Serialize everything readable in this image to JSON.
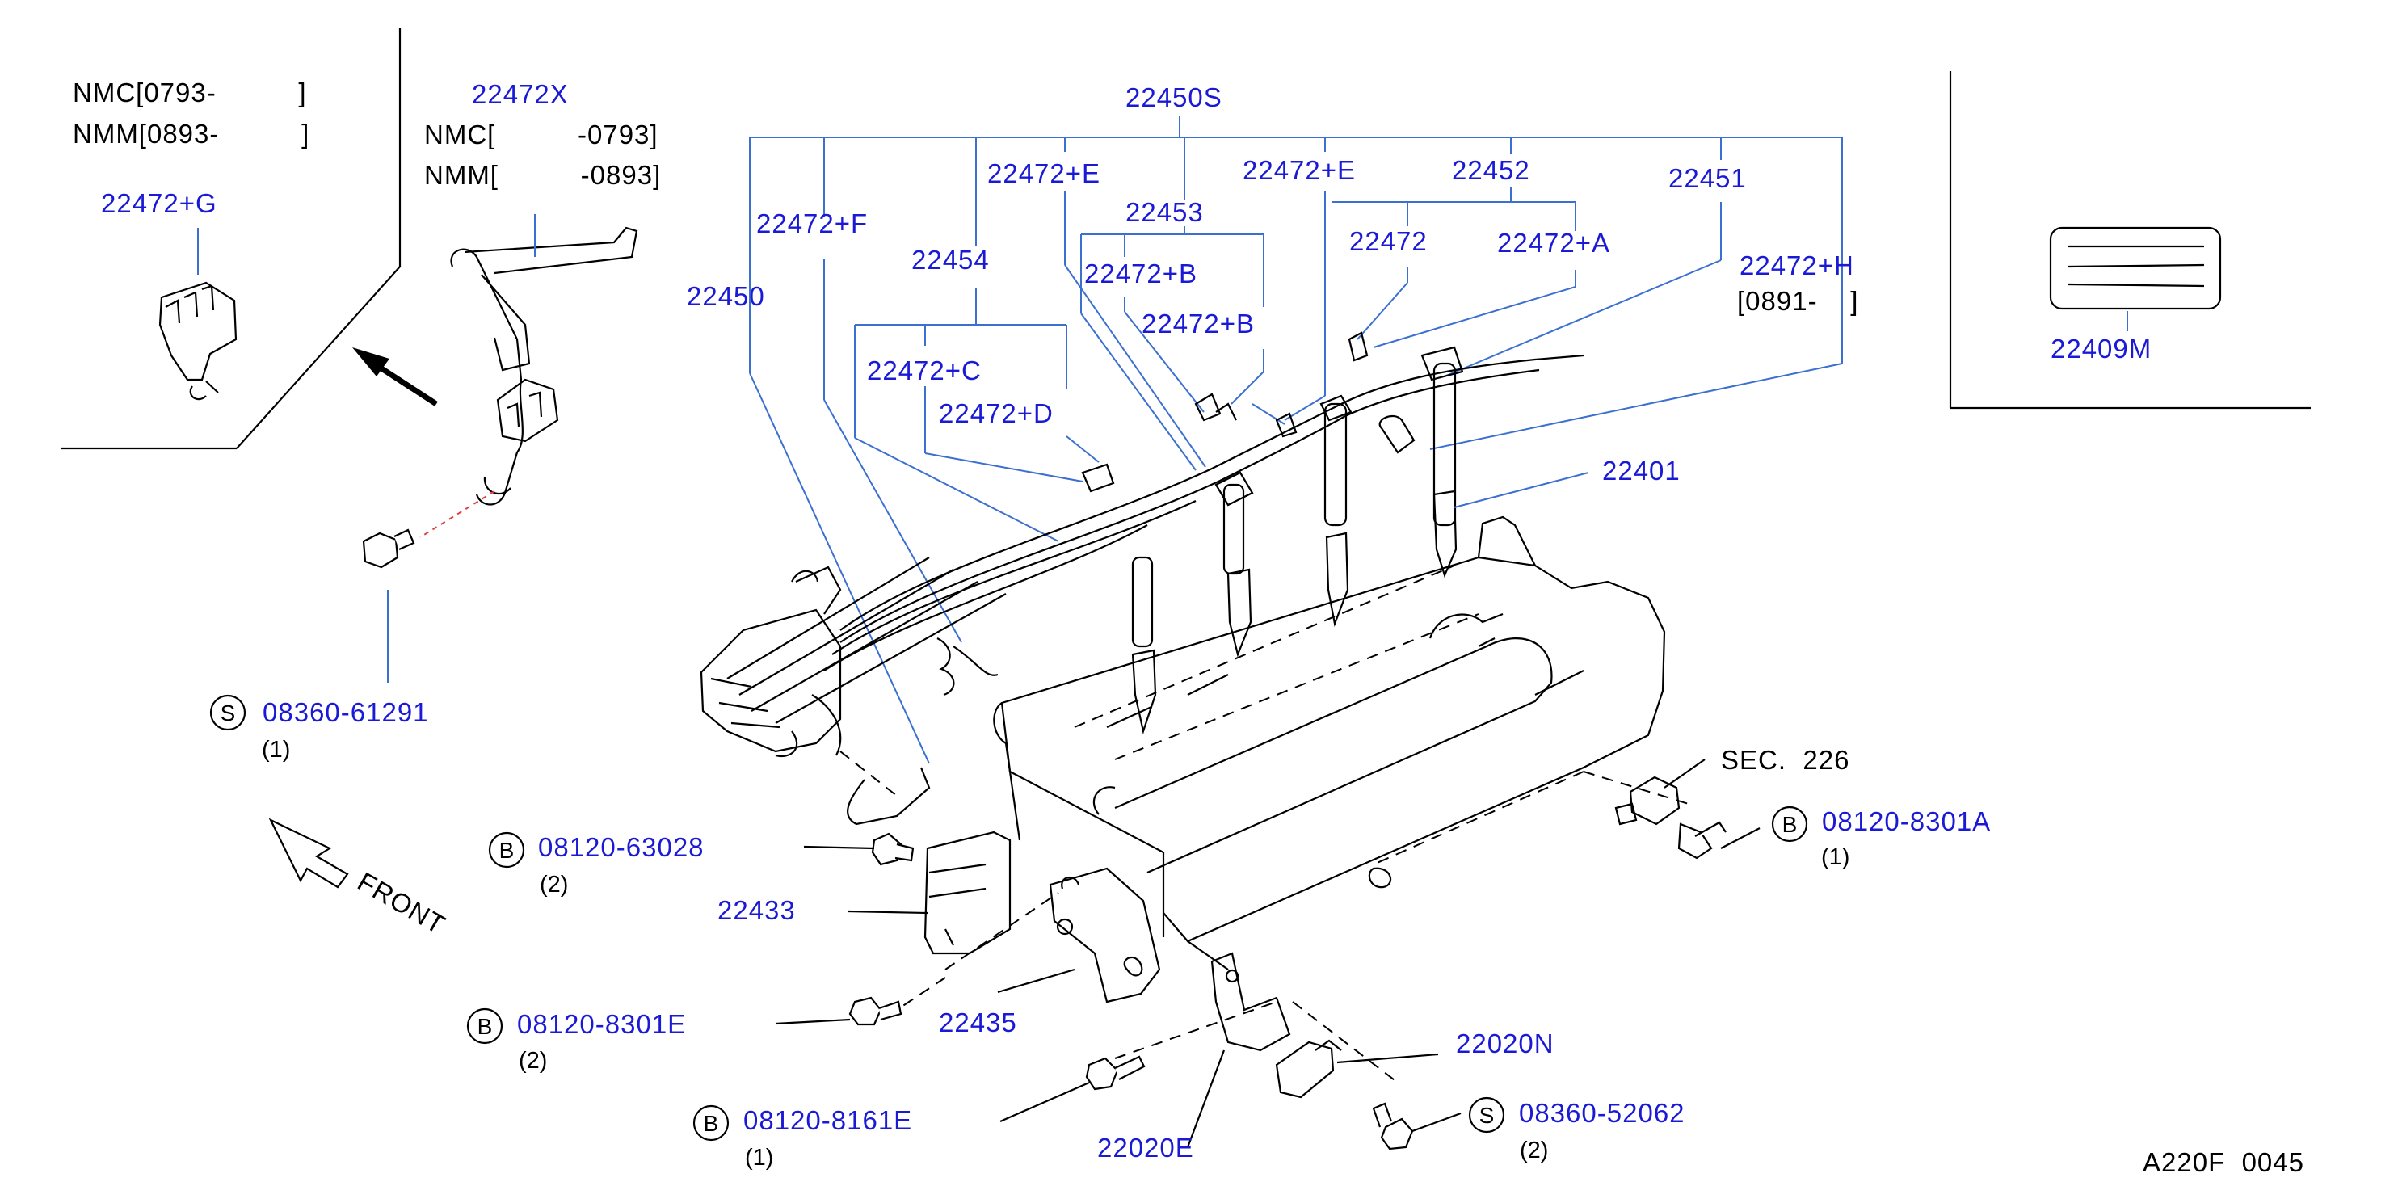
{
  "colors": {
    "part_number": "#1a1ad6",
    "text": "#000000",
    "leader": "#3b6fd1",
    "line": "#000000"
  },
  "labels": {
    "nmc_open": "NMC[0793-          ]",
    "nmm_open": "NMM[0893-          ]",
    "p22472G": "22472+G",
    "p22472X": "22472X",
    "nmc_close": "NMC[          -0793]",
    "nmm_close": "NMM[          -0893]",
    "p22450S": "22450S",
    "p22472E_1": "22472+E",
    "p22472E_2": "22472+E",
    "p22472F": "22472+F",
    "p22452": "22452",
    "p22451": "22451",
    "p22453": "22453",
    "p22472": "22472",
    "p22472A": "22472+A",
    "p22454": "22454",
    "p22450": "22450",
    "p22472B_1": "22472+B",
    "p22472B_2": "22472+B",
    "p22472H": "22472+H",
    "date_0891": "[0891-    ]",
    "p22472C": "22472+C",
    "p22472D": "22472+D",
    "p22409M": "22409M",
    "p22401": "22401",
    "s_08360_61291": "08360-61291",
    "q1_a": "(1)",
    "sec226": "SEC.  226",
    "b_08120_8301A": "08120-8301A",
    "q1_b": "(1)",
    "b_08120_63028": "08120-63028",
    "q2_a": "(2)",
    "front": "FRONT",
    "p22433": "22433",
    "b_08120_8301E": "08120-8301E",
    "q2_b": "(2)",
    "p22435": "22435",
    "p22020N": "22020N",
    "b_08120_8161E": "08120-8161E",
    "q1_c": "(1)",
    "p22020E": "22020E",
    "s_08360_52062": "08360-52062",
    "q2_c": "(2)",
    "footer": "A220F  0045",
    "mark_s": "S",
    "mark_b": "B"
  }
}
